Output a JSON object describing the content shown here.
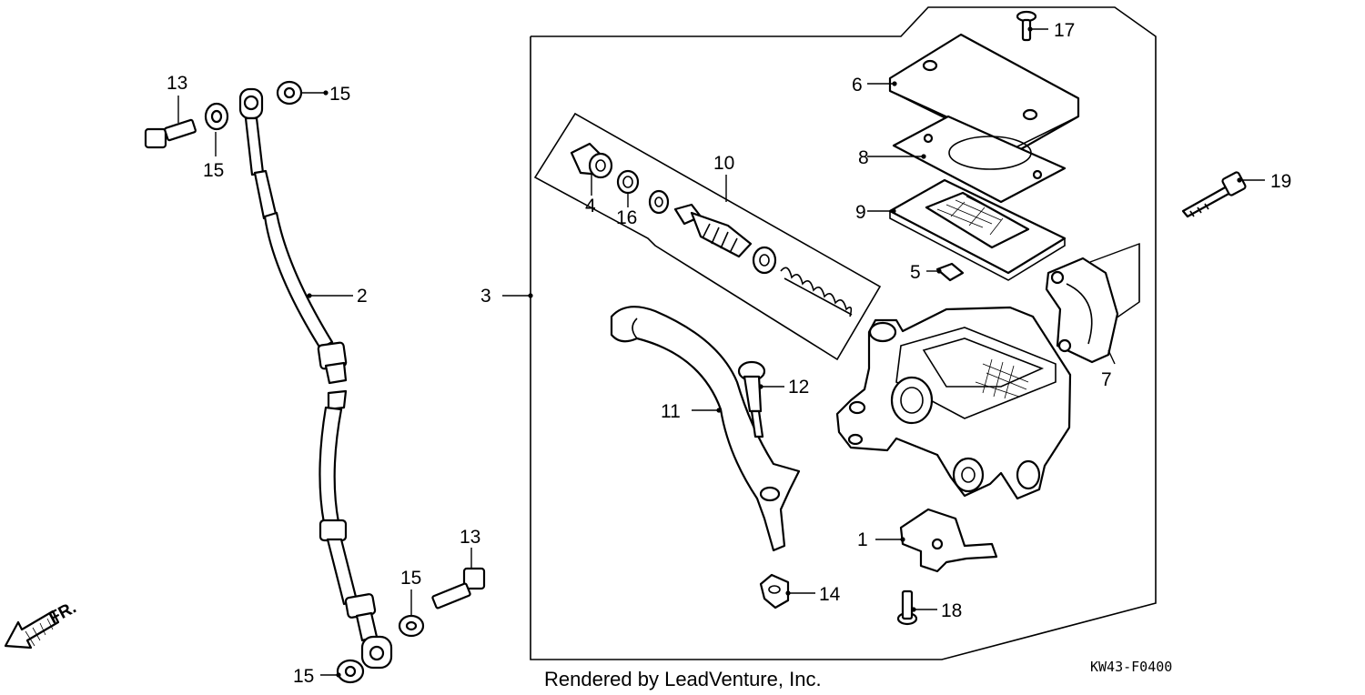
{
  "diagram": {
    "callouts": {
      "c1": "1",
      "c2": "2",
      "c3": "3",
      "c4": "4",
      "c5": "5",
      "c6": "6",
      "c7": "7",
      "c8": "8",
      "c9": "9",
      "c10": "10",
      "c11": "11",
      "c12": "12",
      "c13a": "13",
      "c13b": "13",
      "c14": "14",
      "c15a": "15",
      "c15b": "15",
      "c15c": "15",
      "c15d": "15",
      "c16": "16",
      "c17": "17",
      "c18": "18",
      "c19": "19"
    },
    "direction_label": "FR.",
    "diagram_code": "KW43-F0400",
    "credit": "Rendered by LeadVenture, Inc."
  }
}
